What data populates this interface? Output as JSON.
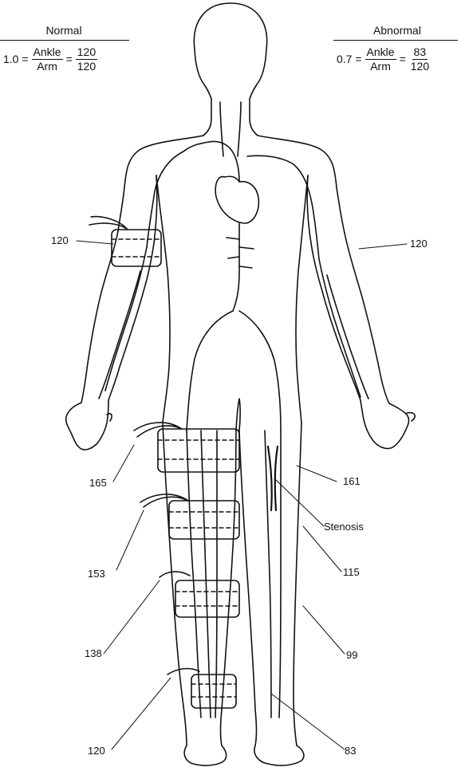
{
  "normal": {
    "title": "Normal",
    "ratio": "1.0 =",
    "frac1_num": "Ankle",
    "frac1_den": "Arm",
    "equals": "=",
    "frac2_num": "120",
    "frac2_den": "120"
  },
  "abnormal": {
    "title": "Abnormal",
    "ratio": "0.7 =",
    "frac1_num": "Ankle",
    "frac1_den": "Arm",
    "equals": "=",
    "frac2_num": "83",
    "frac2_den": "120"
  },
  "labels": {
    "right_arm": "120",
    "left_arm": "120",
    "thigh_high": "165",
    "thigh_low": "153",
    "calf": "138",
    "ankle_right": "120",
    "left_161": "161",
    "stenosis": "Stenosis",
    "left_115": "115",
    "left_99": "99",
    "left_83": "83"
  },
  "colors": {
    "ink": "#111111",
    "background": "#ffffff"
  }
}
